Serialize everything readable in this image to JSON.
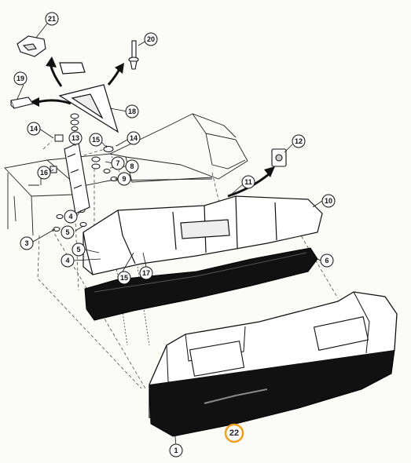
{
  "diagram": {
    "accent_color": "#f0a020",
    "ink_color": "#111111",
    "callouts": [
      {
        "id": "c21",
        "label": "21"
      },
      {
        "id": "c20",
        "label": "20"
      },
      {
        "id": "c19",
        "label": "19"
      },
      {
        "id": "c18",
        "label": "18"
      },
      {
        "id": "c14a",
        "label": "14"
      },
      {
        "id": "c13",
        "label": "13"
      },
      {
        "id": "c15a",
        "label": "15"
      },
      {
        "id": "c14b",
        "label": "14"
      },
      {
        "id": "c7",
        "label": "7"
      },
      {
        "id": "c8",
        "label": "8"
      },
      {
        "id": "c9",
        "label": "9"
      },
      {
        "id": "c16",
        "label": "16"
      },
      {
        "id": "c12",
        "label": "12"
      },
      {
        "id": "c11",
        "label": "11"
      },
      {
        "id": "c10",
        "label": "10"
      },
      {
        "id": "c4a",
        "label": "4"
      },
      {
        "id": "c5a",
        "label": "5"
      },
      {
        "id": "c3",
        "label": "3"
      },
      {
        "id": "c5b",
        "label": "5"
      },
      {
        "id": "c4b",
        "label": "4"
      },
      {
        "id": "c15b",
        "label": "15"
      },
      {
        "id": "c17",
        "label": "17"
      },
      {
        "id": "c6",
        "label": "6"
      },
      {
        "id": "c1",
        "label": "1"
      }
    ],
    "highlighted_callout": {
      "id": "c22",
      "label": "22"
    }
  }
}
